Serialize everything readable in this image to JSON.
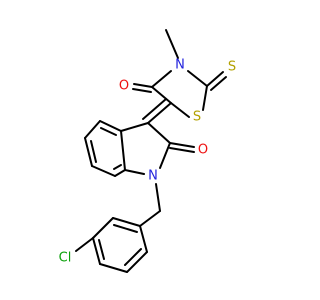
{
  "molecule": {
    "atoms": {
      "sulfur_thione": {
        "symbol": "S",
        "color": "#b3a100"
      },
      "sulfur_ring": {
        "symbol": "S",
        "color": "#b3a100"
      },
      "nitrogen_thiazolidine": {
        "symbol": "N",
        "color": "#2222dd"
      },
      "nitrogen_indole": {
        "symbol": "N",
        "color": "#2222dd"
      },
      "oxygen_thiazolidinone": {
        "symbol": "O",
        "color": "#ee1111"
      },
      "oxygen_indolinone": {
        "symbol": "O",
        "color": "#ee1111"
      },
      "chlorine": {
        "symbol": "Cl",
        "color": "#0aa00a"
      }
    },
    "bond_color": "#000000"
  }
}
